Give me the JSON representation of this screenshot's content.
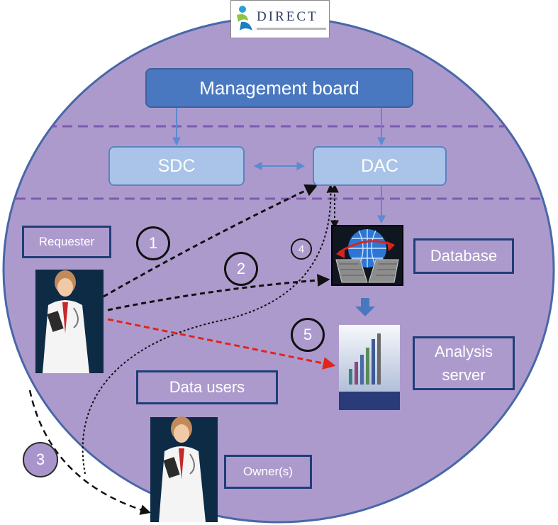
{
  "logo": {
    "text": "DIRECT"
  },
  "boxes": {
    "management": "Management board",
    "sdc": "SDC",
    "dac": "DAC",
    "requester": "Requester",
    "database": "Database",
    "analysis_line1": "Analysis",
    "analysis_line2": "server",
    "data_users": "Data users",
    "owner": "Owner(s)"
  },
  "steps": [
    "1",
    "2",
    "3",
    "4",
    "5"
  ],
  "colors": {
    "circle_fill": "#ad9acd",
    "circle_stroke": "#4867a8",
    "primary_box": "#4a78c0",
    "secondary_box": "#a9c4e8",
    "outline_box": "#1f3e78",
    "divider": "#7e5ab0",
    "arrow_blue": "#5b8bd0",
    "arrow_black": "#111111",
    "arrow_red": "#e0251b"
  },
  "icons": [
    "doctor-icon",
    "database-icon",
    "analysis-server-icon",
    "direct-logo-icon"
  ]
}
